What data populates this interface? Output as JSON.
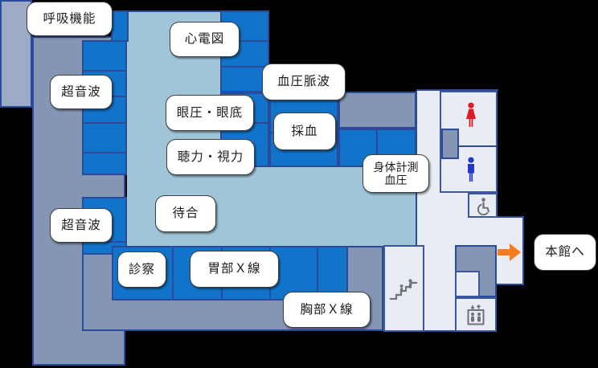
{
  "floorplan": {
    "labels": {
      "respiratory": "呼吸機能",
      "ecg": "心電図",
      "ultrasound_upper": "超音波",
      "bp_pulse_wave": "血圧脈波",
      "eye_pressure_fundus": "眼圧・眼底",
      "blood_draw": "採血",
      "hearing_vision": "聴力・視力",
      "body_measure_line1": "身体計測",
      "body_measure_line2": "血圧",
      "waiting": "待合",
      "ultrasound_lower": "超音波",
      "exam": "診察",
      "stomach_xray": "胃部Ｘ線",
      "chest_xray": "胸部Ｘ線",
      "to_main_building": "本館へ"
    },
    "icons": {
      "female_restroom": "female-restroom-icon",
      "male_restroom": "male-restroom-icon",
      "wheelchair": "wheelchair-accessible-icon",
      "stairs": "stairs-icon",
      "elevator": "elevator-icon",
      "arrow_to_main": "arrow-right-icon"
    },
    "colors": {
      "background": "#000000",
      "room_blue": "#1173c9",
      "outline_navy": "#2c4a9a",
      "waiting_light_blue": "#a0c5d8",
      "gray_blue": "#8496b4",
      "light_gray_blue_strip": "#9dabc6",
      "corridor_gray": "#e9edf3",
      "female_icon_red": "#dd1b21",
      "male_icon_blue": "#2438c8",
      "facility_icon_gray": "#6d737d",
      "arrow_orange": "#f57d1f",
      "label_bg": "#ffffff",
      "label_border": "#3f3f3f"
    }
  }
}
